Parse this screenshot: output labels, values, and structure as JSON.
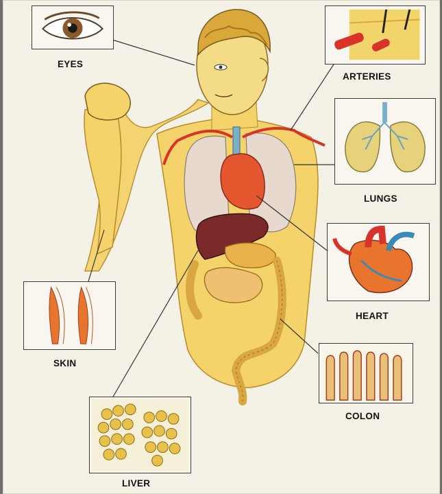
{
  "labels": {
    "eyes": "EYES",
    "arteries": "ARTERIES",
    "lungs": "LUNGS",
    "heart": "HEART",
    "skin": "SKIN",
    "colon": "COLON",
    "liver": "LIVER"
  },
  "colors": {
    "skin_tone": "#f3d36a",
    "hair": "#d9a83a",
    "artery_red": "#d8332b",
    "liver": "#7a2a28",
    "lung": "#e8d9cf",
    "intestine": "#e9b24a",
    "panel_border": "#3a3a3a"
  }
}
